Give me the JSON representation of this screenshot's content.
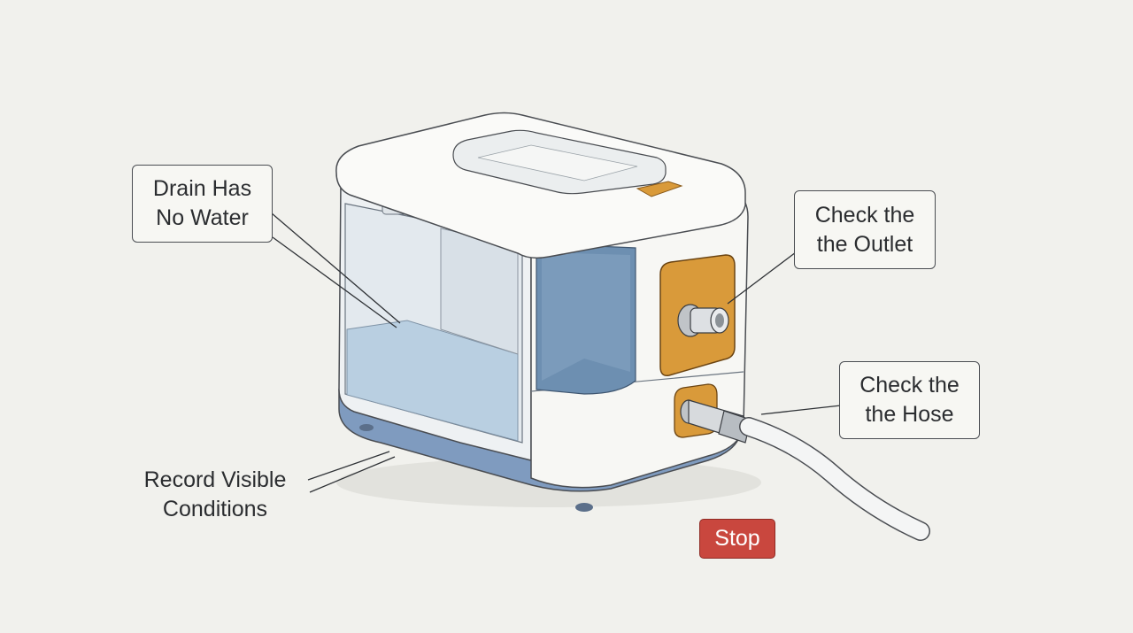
{
  "callouts": {
    "drain": {
      "line1": "Drain Has",
      "line2": "No Water"
    },
    "outlet": {
      "line1": "Check the",
      "line2": "the Outlet"
    },
    "hose": {
      "line1": "Check the",
      "line2": "the Hose"
    }
  },
  "record": {
    "line1": "Record Visible",
    "line2": "Conditions"
  },
  "stop_button": {
    "label": "Stop"
  },
  "colors": {
    "background": "#f1f1ed",
    "body": "#f7f7f4",
    "outline": "#4a4d52",
    "tank_water": "#b9cfe1",
    "inner_tank": "#6d8fb1",
    "base_band": "#7f9bbf",
    "outlet_orange": "#d99a3a",
    "stop_red": "#c9473e"
  },
  "icons": [
    "appliance-illustration",
    "outlet-fitting",
    "hose-fitting",
    "hose"
  ]
}
